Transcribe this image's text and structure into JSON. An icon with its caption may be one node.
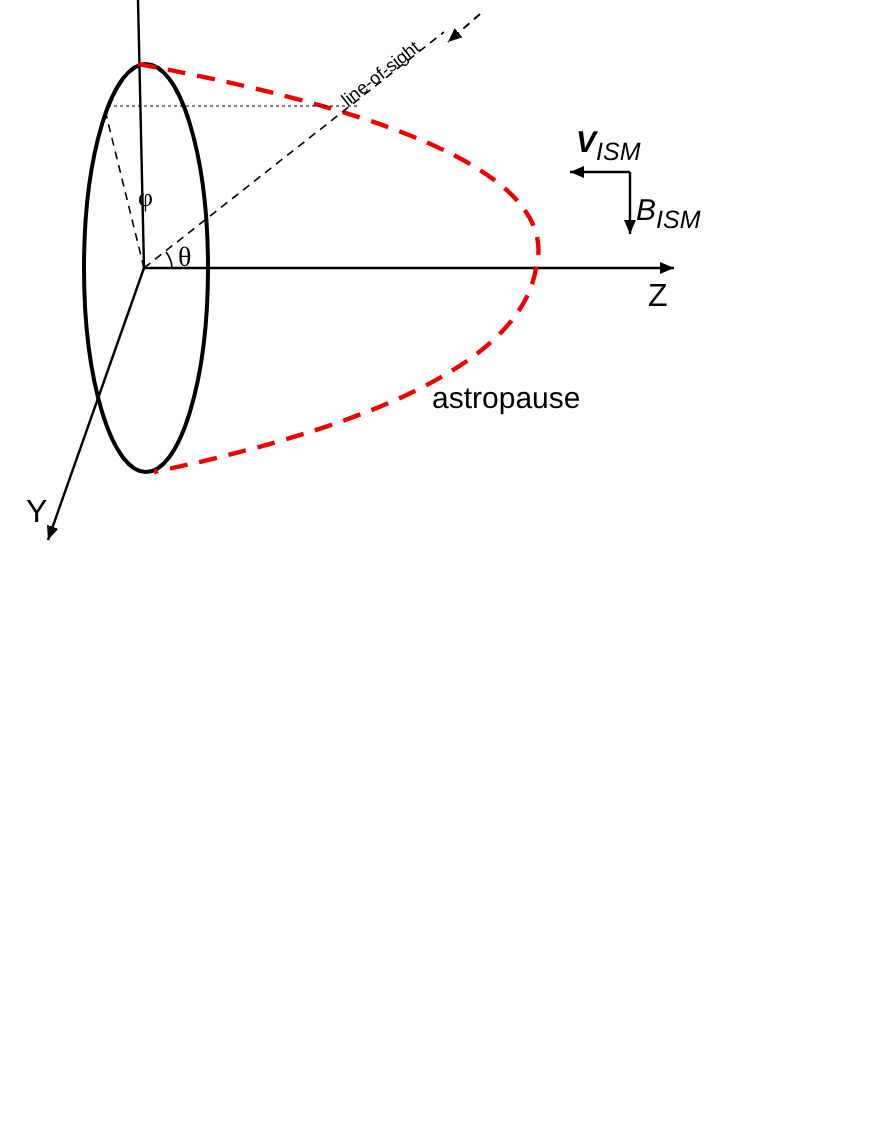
{
  "diagram": {
    "labels": [
      "line-of-sight",
      "**V**$_{ISM}$",
      "B$_{ISM}$",
      "φ",
      "θ",
      "Z",
      "astropause",
      "Y"
    ]
  }
}
